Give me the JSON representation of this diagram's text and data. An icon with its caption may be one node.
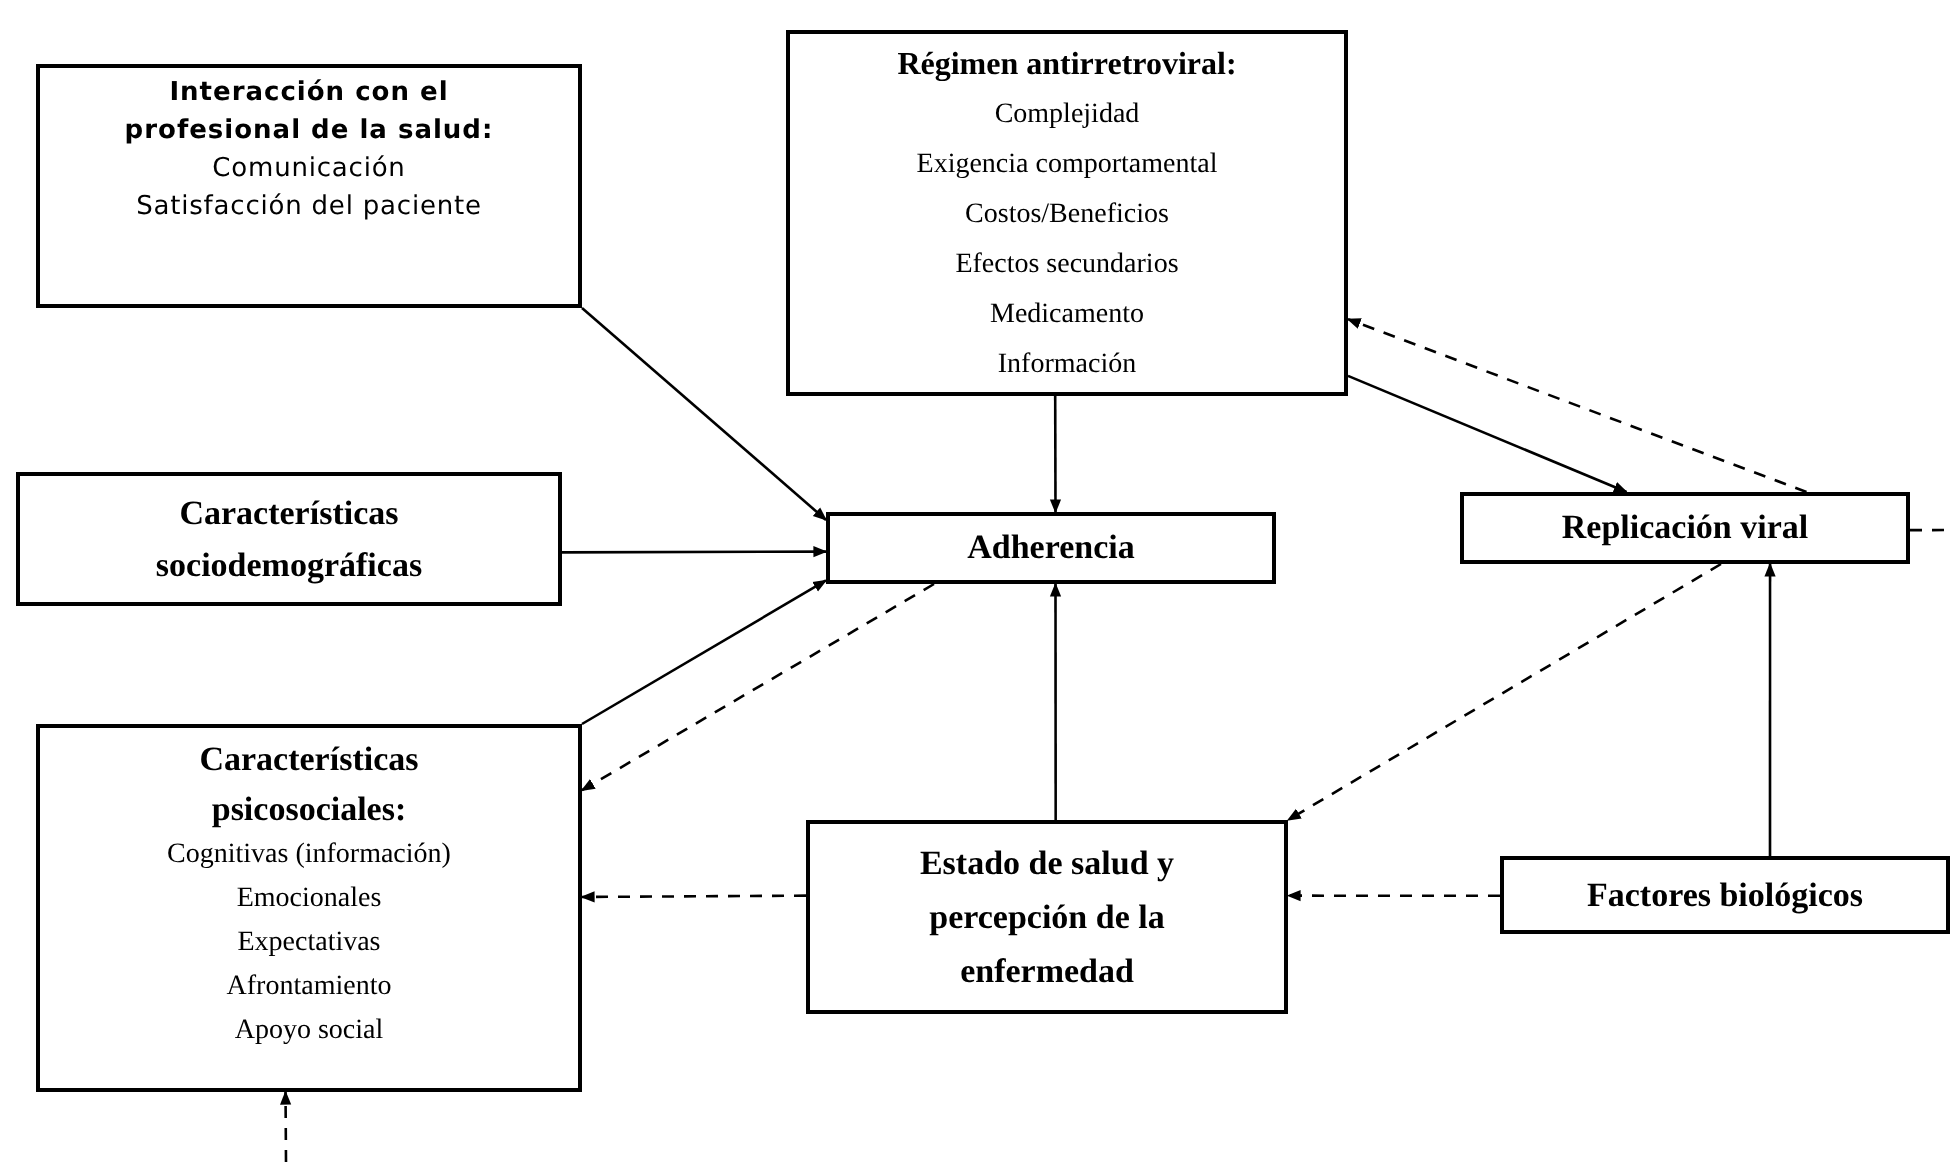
{
  "diagram": {
    "nodes": [
      {
        "text": [
          "Interacción con el profesional de la salud:",
          "Comunicación",
          "Satisfacción del paciente"
        ]
      },
      {
        "text": [
          "Régimen antirretroviral:",
          "Complejidad",
          "Exigencia comportamental",
          "Costos/Beneficios",
          "Efectos secundarios",
          "Medicamento",
          "Información"
        ]
      },
      {
        "text": [
          "Características sociodemográficas"
        ]
      },
      {
        "text": [
          "Adherencia"
        ]
      },
      {
        "text": [
          "Replicación viral"
        ]
      },
      {
        "text": [
          "Características psicosociales:",
          "Cognitivas (información)",
          "Emocionales",
          "Expectativas",
          "Afrontamiento",
          "Apoyo social"
        ]
      },
      {
        "text": [
          "Estado de salud y percepción de la enfermedad"
        ]
      },
      {
        "text": [
          "Factores biológicos"
        ]
      }
    ],
    "edges": [
      {
        "from": 0,
        "to": 3,
        "arrow": "to"
      },
      {
        "from": 1,
        "to": 3,
        "arrow": "to"
      },
      {
        "from": 2,
        "to": 3,
        "arrow": "to"
      },
      {
        "from": 5,
        "to": 3,
        "arrow": "to"
      },
      {
        "from": 3,
        "to": 5,
        "arrow": "to",
        "style": "dashed"
      },
      {
        "from": 6,
        "to": 3,
        "arrow": "to"
      },
      {
        "from": 1,
        "to": 4,
        "arrow": "to"
      },
      {
        "from": 4,
        "to": 1,
        "arrow": "to",
        "style": "dashed"
      },
      {
        "from": 4,
        "to": 6,
        "arrow": "to",
        "style": "dashed"
      },
      {
        "from": 7,
        "to": 4,
        "arrow": "to"
      },
      {
        "from": 6,
        "to": 5,
        "arrow": "to",
        "style": "dashed"
      },
      {
        "from": 7,
        "to": 6,
        "arrow": "to",
        "style": "dashed"
      },
      {
        "from": null,
        "to": 5,
        "arrow": "to",
        "style": "dashed"
      },
      {
        "from": 4,
        "to": null,
        "arrow": "none",
        "style": "dashed"
      }
    ]
  }
}
